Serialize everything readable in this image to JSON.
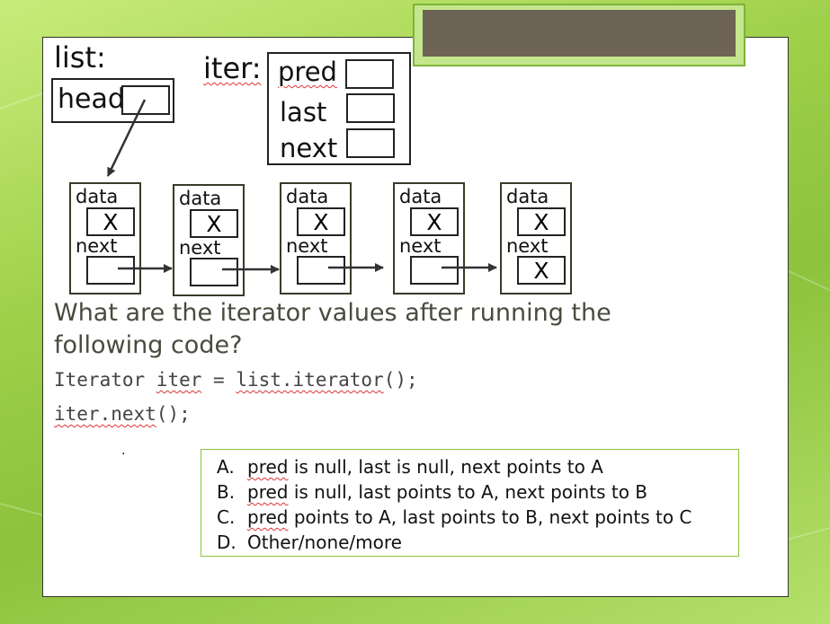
{
  "list_label": "list:",
  "head_label": "head",
  "iter_label": "iter:",
  "iter_fields": [
    "pred",
    "last",
    "next"
  ],
  "nodes": [
    {
      "data_label": "data",
      "data_value": "X",
      "next_label": "next",
      "next_value": ""
    },
    {
      "data_label": "data",
      "data_value": "X",
      "next_label": "next",
      "next_value": ""
    },
    {
      "data_label": "data",
      "data_value": "X",
      "next_label": "next",
      "next_value": ""
    },
    {
      "data_label": "data",
      "data_value": "X",
      "next_label": "next",
      "next_value": ""
    },
    {
      "data_label": "data",
      "data_value": "X",
      "next_label": "next",
      "next_value": "X"
    }
  ],
  "question": {
    "line1": "What are the iterator values after running the",
    "line2": "following code?"
  },
  "code": {
    "line1_a": "Iterator ",
    "line1_b": "iter",
    "line1_c": " = ",
    "line1_d": "list.iterator",
    "line1_e": "();",
    "line2_a": "iter.next",
    "line2_b": "();"
  },
  "stray_dot": ".",
  "answers": [
    {
      "letter": "A.",
      "first": "pred",
      "rest": " is null, last is null, next points to A"
    },
    {
      "letter": "B.",
      "first": "pred",
      "rest": " is null, last points to A, next points to B"
    },
    {
      "letter": "C.",
      "first": "pred",
      "rest": " points to A, last points to B, next points to C"
    },
    {
      "letter": "D.",
      "first": "",
      "rest": "Other/none/more"
    }
  ],
  "colors": {
    "background": "#9fd04a",
    "title_box": "#6e6455",
    "answer_border": "#8cc23c"
  }
}
